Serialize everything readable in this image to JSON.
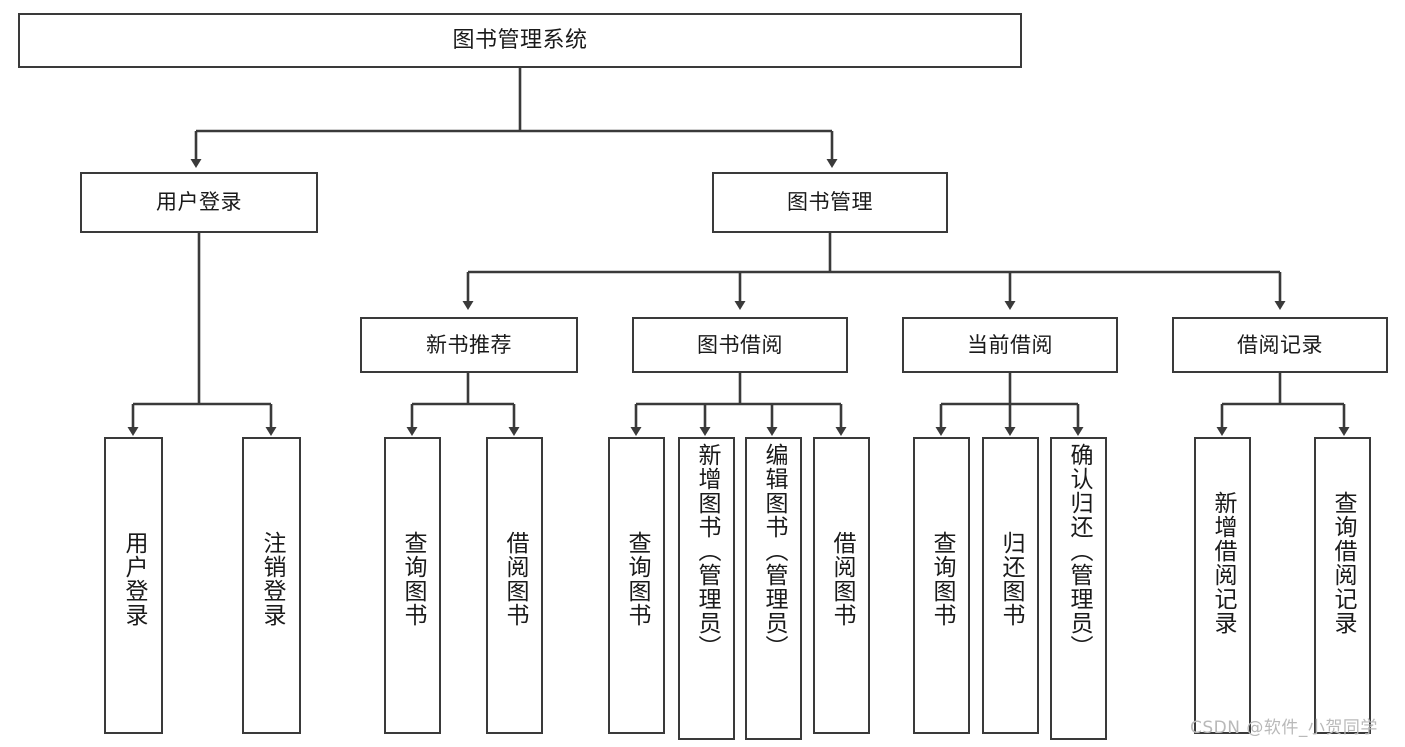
{
  "diagram": {
    "title": "图书管理系统",
    "type": "tree-hierarchy",
    "orientation": "top-down",
    "colors": {
      "box_border": "#3a3a3a",
      "box_fill": "#ffffff",
      "edge": "#3a3a3a",
      "text": "#1a1a1a",
      "watermark": "#b9b9b9",
      "background": "#ffffff"
    }
  },
  "nodes": {
    "root": {
      "label": "图书管理系统"
    },
    "level2": [
      {
        "label": "用户登录"
      },
      {
        "label": "图书管理"
      }
    ],
    "level3": [
      {
        "label": "新书推荐"
      },
      {
        "label": "图书借阅"
      },
      {
        "label": "当前借阅"
      },
      {
        "label": "借阅记录"
      }
    ],
    "leaves_user_login": [
      {
        "label": "用户登录"
      },
      {
        "label": "注销登录"
      }
    ],
    "leaves_new_books": [
      {
        "label": "查询图书"
      },
      {
        "label": "借阅图书"
      }
    ],
    "leaves_borrow": [
      {
        "label": "查询图书"
      },
      {
        "label": "新增图书（管理员）"
      },
      {
        "label": "编辑图书（管理员）"
      },
      {
        "label": "借阅图书"
      }
    ],
    "leaves_current": [
      {
        "label": "查询图书"
      },
      {
        "label": "归还图书"
      },
      {
        "label": "确认归还（管理员）"
      }
    ],
    "leaves_records": [
      {
        "label": "新增借阅记录"
      },
      {
        "label": "查询借阅记录"
      }
    ]
  },
  "watermark": {
    "text": "CSDN @软件_小贺同学"
  }
}
